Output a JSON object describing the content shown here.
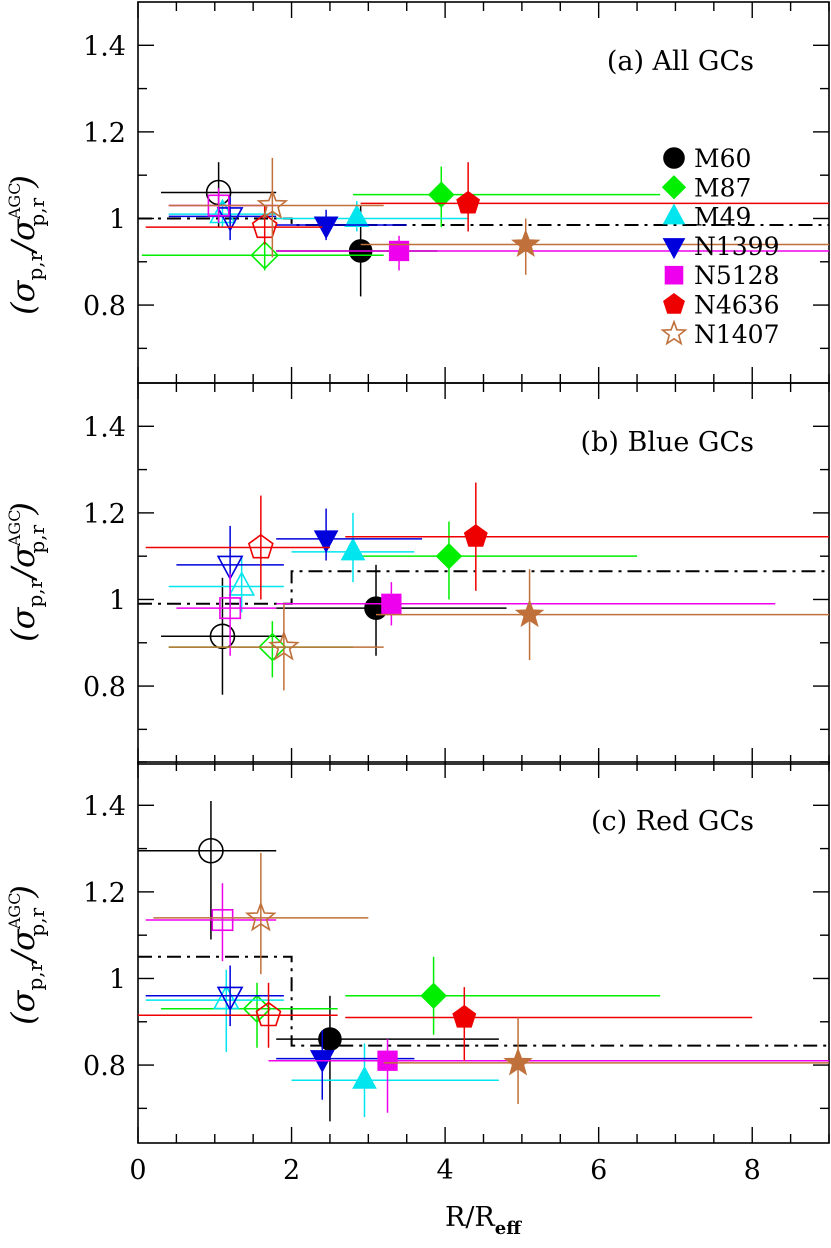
{
  "colors": {
    "M60": "#000000",
    "M87": "#00ee00",
    "M49": "#00e5ee",
    "N1399": "#0000dd",
    "N5128": "#ee00ee",
    "N4636": "#ee0000",
    "N1407": "#c0703a",
    "reference": "#000000"
  },
  "legend": [
    {
      "label": "M60",
      "marker": "circle",
      "filled": true
    },
    {
      "label": "M87",
      "marker": "diamond",
      "filled": true
    },
    {
      "label": "M49",
      "marker": "triangle-up",
      "filled": true
    },
    {
      "label": "N1399",
      "marker": "triangle-down",
      "filled": true
    },
    {
      "label": "N5128",
      "marker": "square",
      "filled": true
    },
    {
      "label": "N4636",
      "marker": "pentagon",
      "filled": true
    },
    {
      "label": "N1407",
      "marker": "star",
      "filled": false
    }
  ],
  "ylabel": {
    "main": "σ",
    "sub": "p,r",
    "slash": "/σ",
    "sup": "AGC",
    "sub2": "p,r"
  },
  "xlabel": {
    "main": "R/R",
    "sub": "eff"
  },
  "chart_data": [
    {
      "type": "scatter",
      "title": "(a) All GCs",
      "xlim": [
        0,
        9
      ],
      "ylim": [
        0.62,
        1.5
      ],
      "yticks": [
        0.8,
        1,
        1.2,
        1.4
      ],
      "yticklabels": [
        "0.8",
        "1",
        "1.2",
        "1.4"
      ],
      "xticks": [
        0,
        2,
        4,
        6,
        8
      ],
      "xticklabels": [
        "0",
        "2",
        "4",
        "6",
        "8"
      ],
      "show_xticklabels": false,
      "reference_step": [
        [
          0,
          1.0
        ],
        [
          2.0,
          1.0
        ],
        [
          2.0,
          0.985
        ],
        [
          9,
          0.985
        ]
      ],
      "series": [
        {
          "name": "M60",
          "points": [
            {
              "x": 1.05,
              "y": 1.06,
              "xmin": 0.3,
              "xmax": 1.8,
              "ymin": 0.98,
              "ymax": 1.13,
              "filled": false
            },
            {
              "x": 2.9,
              "y": 0.925,
              "xmin": 1.8,
              "xmax": 3.9,
              "ymin": 0.82,
              "ymax": 1.03,
              "filled": true
            }
          ]
        },
        {
          "name": "M87",
          "points": [
            {
              "x": 1.65,
              "y": 0.915,
              "xmin": 0.05,
              "xmax": 3.2,
              "ymin": 0.88,
              "ymax": 0.95,
              "filled": false
            },
            {
              "x": 3.95,
              "y": 1.055,
              "xmin": 2.8,
              "xmax": 6.8,
              "ymin": 0.98,
              "ymax": 1.12,
              "filled": true
            }
          ]
        },
        {
          "name": "M49",
          "points": [
            {
              "x": 1.1,
              "y": 1.01,
              "xmin": 0.4,
              "xmax": 1.8,
              "ymin": 0.98,
              "ymax": 1.04,
              "filled": false
            },
            {
              "x": 2.85,
              "y": 1.0,
              "xmin": 1.8,
              "xmax": 4.3,
              "ymin": 0.97,
              "ymax": 1.04,
              "filled": true
            }
          ]
        },
        {
          "name": "N1399",
          "points": [
            {
              "x": 1.2,
              "y": 1.005,
              "xmin": 0.4,
              "xmax": 1.8,
              "ymin": 0.95,
              "ymax": 1.05,
              "filled": false
            },
            {
              "x": 2.45,
              "y": 0.985,
              "xmin": 1.8,
              "xmax": 3.5,
              "ymin": 0.95,
              "ymax": 1.02,
              "filled": true
            }
          ]
        },
        {
          "name": "N5128",
          "points": [
            {
              "x": 1.05,
              "y": 1.03,
              "xmin": 0.4,
              "xmax": 1.8,
              "ymin": 0.99,
              "ymax": 1.07,
              "filled": false
            },
            {
              "x": 3.4,
              "y": 0.925,
              "xmin": 1.8,
              "xmax": 9.0,
              "ymin": 0.88,
              "ymax": 0.96,
              "filled": true
            }
          ]
        },
        {
          "name": "N4636",
          "points": [
            {
              "x": 1.65,
              "y": 0.98,
              "xmin": 0.1,
              "xmax": 2.4,
              "ymin": 0.94,
              "ymax": 1.03,
              "filled": false
            },
            {
              "x": 4.3,
              "y": 1.035,
              "xmin": 2.9,
              "xmax": 9.0,
              "ymin": 0.97,
              "ymax": 1.13,
              "filled": true
            }
          ]
        },
        {
          "name": "N1407",
          "points": [
            {
              "x": 1.75,
              "y": 1.03,
              "xmin": 0.4,
              "xmax": 3.2,
              "ymin": 0.91,
              "ymax": 1.14,
              "filled": false
            },
            {
              "x": 5.05,
              "y": 0.94,
              "xmin": 2.9,
              "xmax": 9.0,
              "ymin": 0.87,
              "ymax": 1.0,
              "filled": true
            }
          ]
        }
      ]
    },
    {
      "type": "scatter",
      "title": "(b) Blue GCs",
      "xlim": [
        0,
        9
      ],
      "ylim": [
        0.62,
        1.5
      ],
      "yticks": [
        0.8,
        1,
        1.2,
        1.4
      ],
      "yticklabels": [
        "0.8",
        "1",
        "1.2",
        "1.4"
      ],
      "xticks": [
        0,
        2,
        4,
        6,
        8
      ],
      "xticklabels": [
        "0",
        "2",
        "4",
        "6",
        "8"
      ],
      "show_xticklabels": false,
      "reference_step": [
        [
          0,
          0.99
        ],
        [
          2.0,
          0.99
        ],
        [
          2.0,
          1.065
        ],
        [
          9,
          1.065
        ]
      ],
      "series": [
        {
          "name": "M60",
          "points": [
            {
              "x": 1.1,
              "y": 0.915,
              "xmin": 0.3,
              "xmax": 1.9,
              "ymin": 0.78,
              "ymax": 1.05,
              "filled": false
            },
            {
              "x": 3.1,
              "y": 0.98,
              "xmin": 1.8,
              "xmax": 4.8,
              "ymin": 0.87,
              "ymax": 1.08,
              "filled": true
            }
          ]
        },
        {
          "name": "M87",
          "points": [
            {
              "x": 1.75,
              "y": 0.89,
              "xmin": 0.4,
              "xmax": 2.8,
              "ymin": 0.82,
              "ymax": 0.95,
              "filled": false
            },
            {
              "x": 4.05,
              "y": 1.1,
              "xmin": 2.7,
              "xmax": 6.5,
              "ymin": 1.0,
              "ymax": 1.18,
              "filled": true
            }
          ]
        },
        {
          "name": "M49",
          "points": [
            {
              "x": 1.35,
              "y": 1.03,
              "xmin": 0.4,
              "xmax": 1.9,
              "ymin": 0.97,
              "ymax": 1.1,
              "filled": false
            },
            {
              "x": 2.8,
              "y": 1.11,
              "xmin": 2.0,
              "xmax": 3.6,
              "ymin": 1.04,
              "ymax": 1.2,
              "filled": true
            }
          ]
        },
        {
          "name": "N1399",
          "points": [
            {
              "x": 1.2,
              "y": 1.08,
              "xmin": 0.5,
              "xmax": 1.9,
              "ymin": 0.98,
              "ymax": 1.17,
              "filled": false
            },
            {
              "x": 2.45,
              "y": 1.14,
              "xmin": 1.8,
              "xmax": 3.7,
              "ymin": 1.09,
              "ymax": 1.21,
              "filled": true
            }
          ]
        },
        {
          "name": "N5128",
          "points": [
            {
              "x": 1.2,
              "y": 0.98,
              "xmin": 0.5,
              "xmax": 1.8,
              "ymin": 0.87,
              "ymax": 1.06,
              "filled": false
            },
            {
              "x": 3.3,
              "y": 0.99,
              "xmin": 1.8,
              "xmax": 8.3,
              "ymin": 0.94,
              "ymax": 1.04,
              "filled": true
            }
          ]
        },
        {
          "name": "N4636",
          "points": [
            {
              "x": 1.6,
              "y": 1.12,
              "xmin": 0.1,
              "xmax": 2.5,
              "ymin": 1.0,
              "ymax": 1.24,
              "filled": false
            },
            {
              "x": 4.4,
              "y": 1.145,
              "xmin": 2.7,
              "xmax": 9.0,
              "ymin": 1.02,
              "ymax": 1.27,
              "filled": true
            }
          ]
        },
        {
          "name": "N1407",
          "points": [
            {
              "x": 1.9,
              "y": 0.89,
              "xmin": 0.4,
              "xmax": 3.2,
              "ymin": 0.79,
              "ymax": 0.99,
              "filled": false
            },
            {
              "x": 5.1,
              "y": 0.965,
              "xmin": 3.1,
              "xmax": 9.0,
              "ymin": 0.86,
              "ymax": 1.07,
              "filled": true
            }
          ]
        }
      ]
    },
    {
      "type": "scatter",
      "title": "(c) Red GCs",
      "xlim": [
        0,
        9
      ],
      "ylim": [
        0.62,
        1.5
      ],
      "yticks": [
        0.8,
        1,
        1.2,
        1.4
      ],
      "yticklabels": [
        "0.8",
        "1",
        "1.2",
        "1.4"
      ],
      "xticks": [
        0,
        2,
        4,
        6,
        8
      ],
      "xticklabels": [
        "0",
        "2",
        "4",
        "6",
        "8"
      ],
      "show_xticklabels": true,
      "reference_step": [
        [
          0,
          1.05
        ],
        [
          2.0,
          1.05
        ],
        [
          2.0,
          0.845
        ],
        [
          9,
          0.845
        ]
      ],
      "series": [
        {
          "name": "M60",
          "points": [
            {
              "x": 0.95,
              "y": 1.295,
              "xmin": 0.0,
              "xmax": 1.8,
              "ymin": 1.09,
              "ymax": 1.41,
              "filled": false
            },
            {
              "x": 2.5,
              "y": 0.86,
              "xmin": 1.8,
              "xmax": 4.7,
              "ymin": 0.67,
              "ymax": 0.96,
              "filled": true
            }
          ]
        },
        {
          "name": "M87",
          "points": [
            {
              "x": 1.55,
              "y": 0.93,
              "xmin": 0.3,
              "xmax": 2.6,
              "ymin": 0.84,
              "ymax": 0.99,
              "filled": false
            },
            {
              "x": 3.85,
              "y": 0.96,
              "xmin": 2.7,
              "xmax": 6.8,
              "ymin": 0.87,
              "ymax": 1.05,
              "filled": true
            }
          ]
        },
        {
          "name": "M49",
          "points": [
            {
              "x": 1.15,
              "y": 0.95,
              "xmin": 0.1,
              "xmax": 1.9,
              "ymin": 0.83,
              "ymax": 1.02,
              "filled": false
            },
            {
              "x": 2.95,
              "y": 0.765,
              "xmin": 2.0,
              "xmax": 4.7,
              "ymin": 0.68,
              "ymax": 0.85,
              "filled": true
            }
          ]
        },
        {
          "name": "N1399",
          "points": [
            {
              "x": 1.2,
              "y": 0.96,
              "xmin": 0.1,
              "xmax": 1.9,
              "ymin": 0.89,
              "ymax": 1.03,
              "filled": false
            },
            {
              "x": 2.4,
              "y": 0.815,
              "xmin": 1.8,
              "xmax": 3.6,
              "ymin": 0.72,
              "ymax": 0.88,
              "filled": true
            }
          ]
        },
        {
          "name": "N5128",
          "points": [
            {
              "x": 1.1,
              "y": 1.135,
              "xmin": 0.1,
              "xmax": 1.8,
              "ymin": 1.04,
              "ymax": 1.22,
              "filled": false
            },
            {
              "x": 3.25,
              "y": 0.81,
              "xmin": 1.7,
              "xmax": 9.0,
              "ymin": 0.69,
              "ymax": 0.86,
              "filled": true
            }
          ]
        },
        {
          "name": "N4636",
          "points": [
            {
              "x": 1.7,
              "y": 0.915,
              "xmin": 0.0,
              "xmax": 2.6,
              "ymin": 0.84,
              "ymax": 0.99,
              "filled": false
            },
            {
              "x": 4.25,
              "y": 0.91,
              "xmin": 2.7,
              "xmax": 8.0,
              "ymin": 0.81,
              "ymax": 0.98,
              "filled": true
            }
          ]
        },
        {
          "name": "N1407",
          "points": [
            {
              "x": 1.6,
              "y": 1.14,
              "xmin": 0.2,
              "xmax": 3.0,
              "ymin": 1.01,
              "ymax": 1.29,
              "filled": false
            },
            {
              "x": 4.95,
              "y": 0.805,
              "xmin": 3.2,
              "xmax": 9.0,
              "ymin": 0.71,
              "ymax": 0.91,
              "filled": true
            }
          ]
        }
      ]
    }
  ]
}
